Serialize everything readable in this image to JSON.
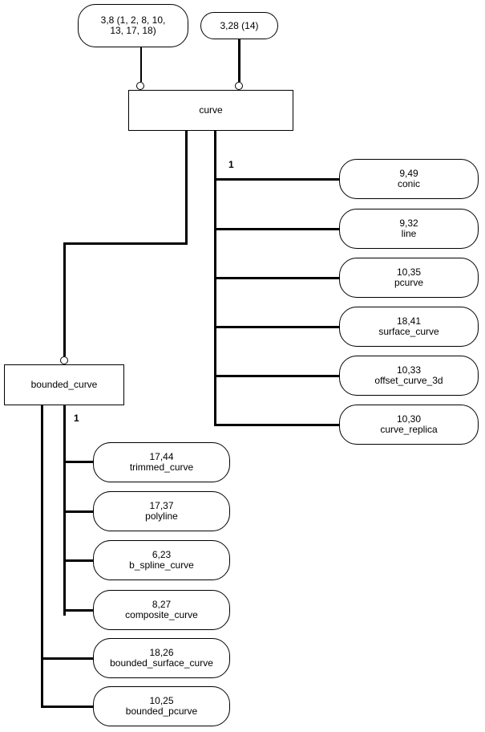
{
  "ref_nodes": [
    {
      "id": "ref-a",
      "line1": "3,8 (1, 2, 8, 10,",
      "line2": "13, 17, 18)"
    },
    {
      "id": "ref-b",
      "line1": "3,28 (14)",
      "line2": ""
    }
  ],
  "entities": {
    "curve": "curve",
    "bounded_curve": "bounded_curve"
  },
  "multiplicity": {
    "curve": "1",
    "bounded_curve": "1"
  },
  "curve_subtypes": [
    {
      "ref": "9,49",
      "name": "conic"
    },
    {
      "ref": "9,32",
      "name": "line"
    },
    {
      "ref": "10,35",
      "name": "pcurve"
    },
    {
      "ref": "18,41",
      "name": "surface_curve"
    },
    {
      "ref": "10,33",
      "name": "offset_curve_3d"
    },
    {
      "ref": "10,30",
      "name": "curve_replica"
    }
  ],
  "bounded_curve_subtypes_inner": [
    {
      "ref": "17,44",
      "name": "trimmed_curve"
    },
    {
      "ref": "17,37",
      "name": "polyline"
    },
    {
      "ref": "6,23",
      "name": "b_spline_curve"
    },
    {
      "ref": "8,27",
      "name": "composite_curve"
    }
  ],
  "bounded_curve_subtypes_outer": [
    {
      "ref": "18,26",
      "name": "bounded_surface_curve"
    },
    {
      "ref": "10,25",
      "name": "bounded_pcurve"
    }
  ]
}
